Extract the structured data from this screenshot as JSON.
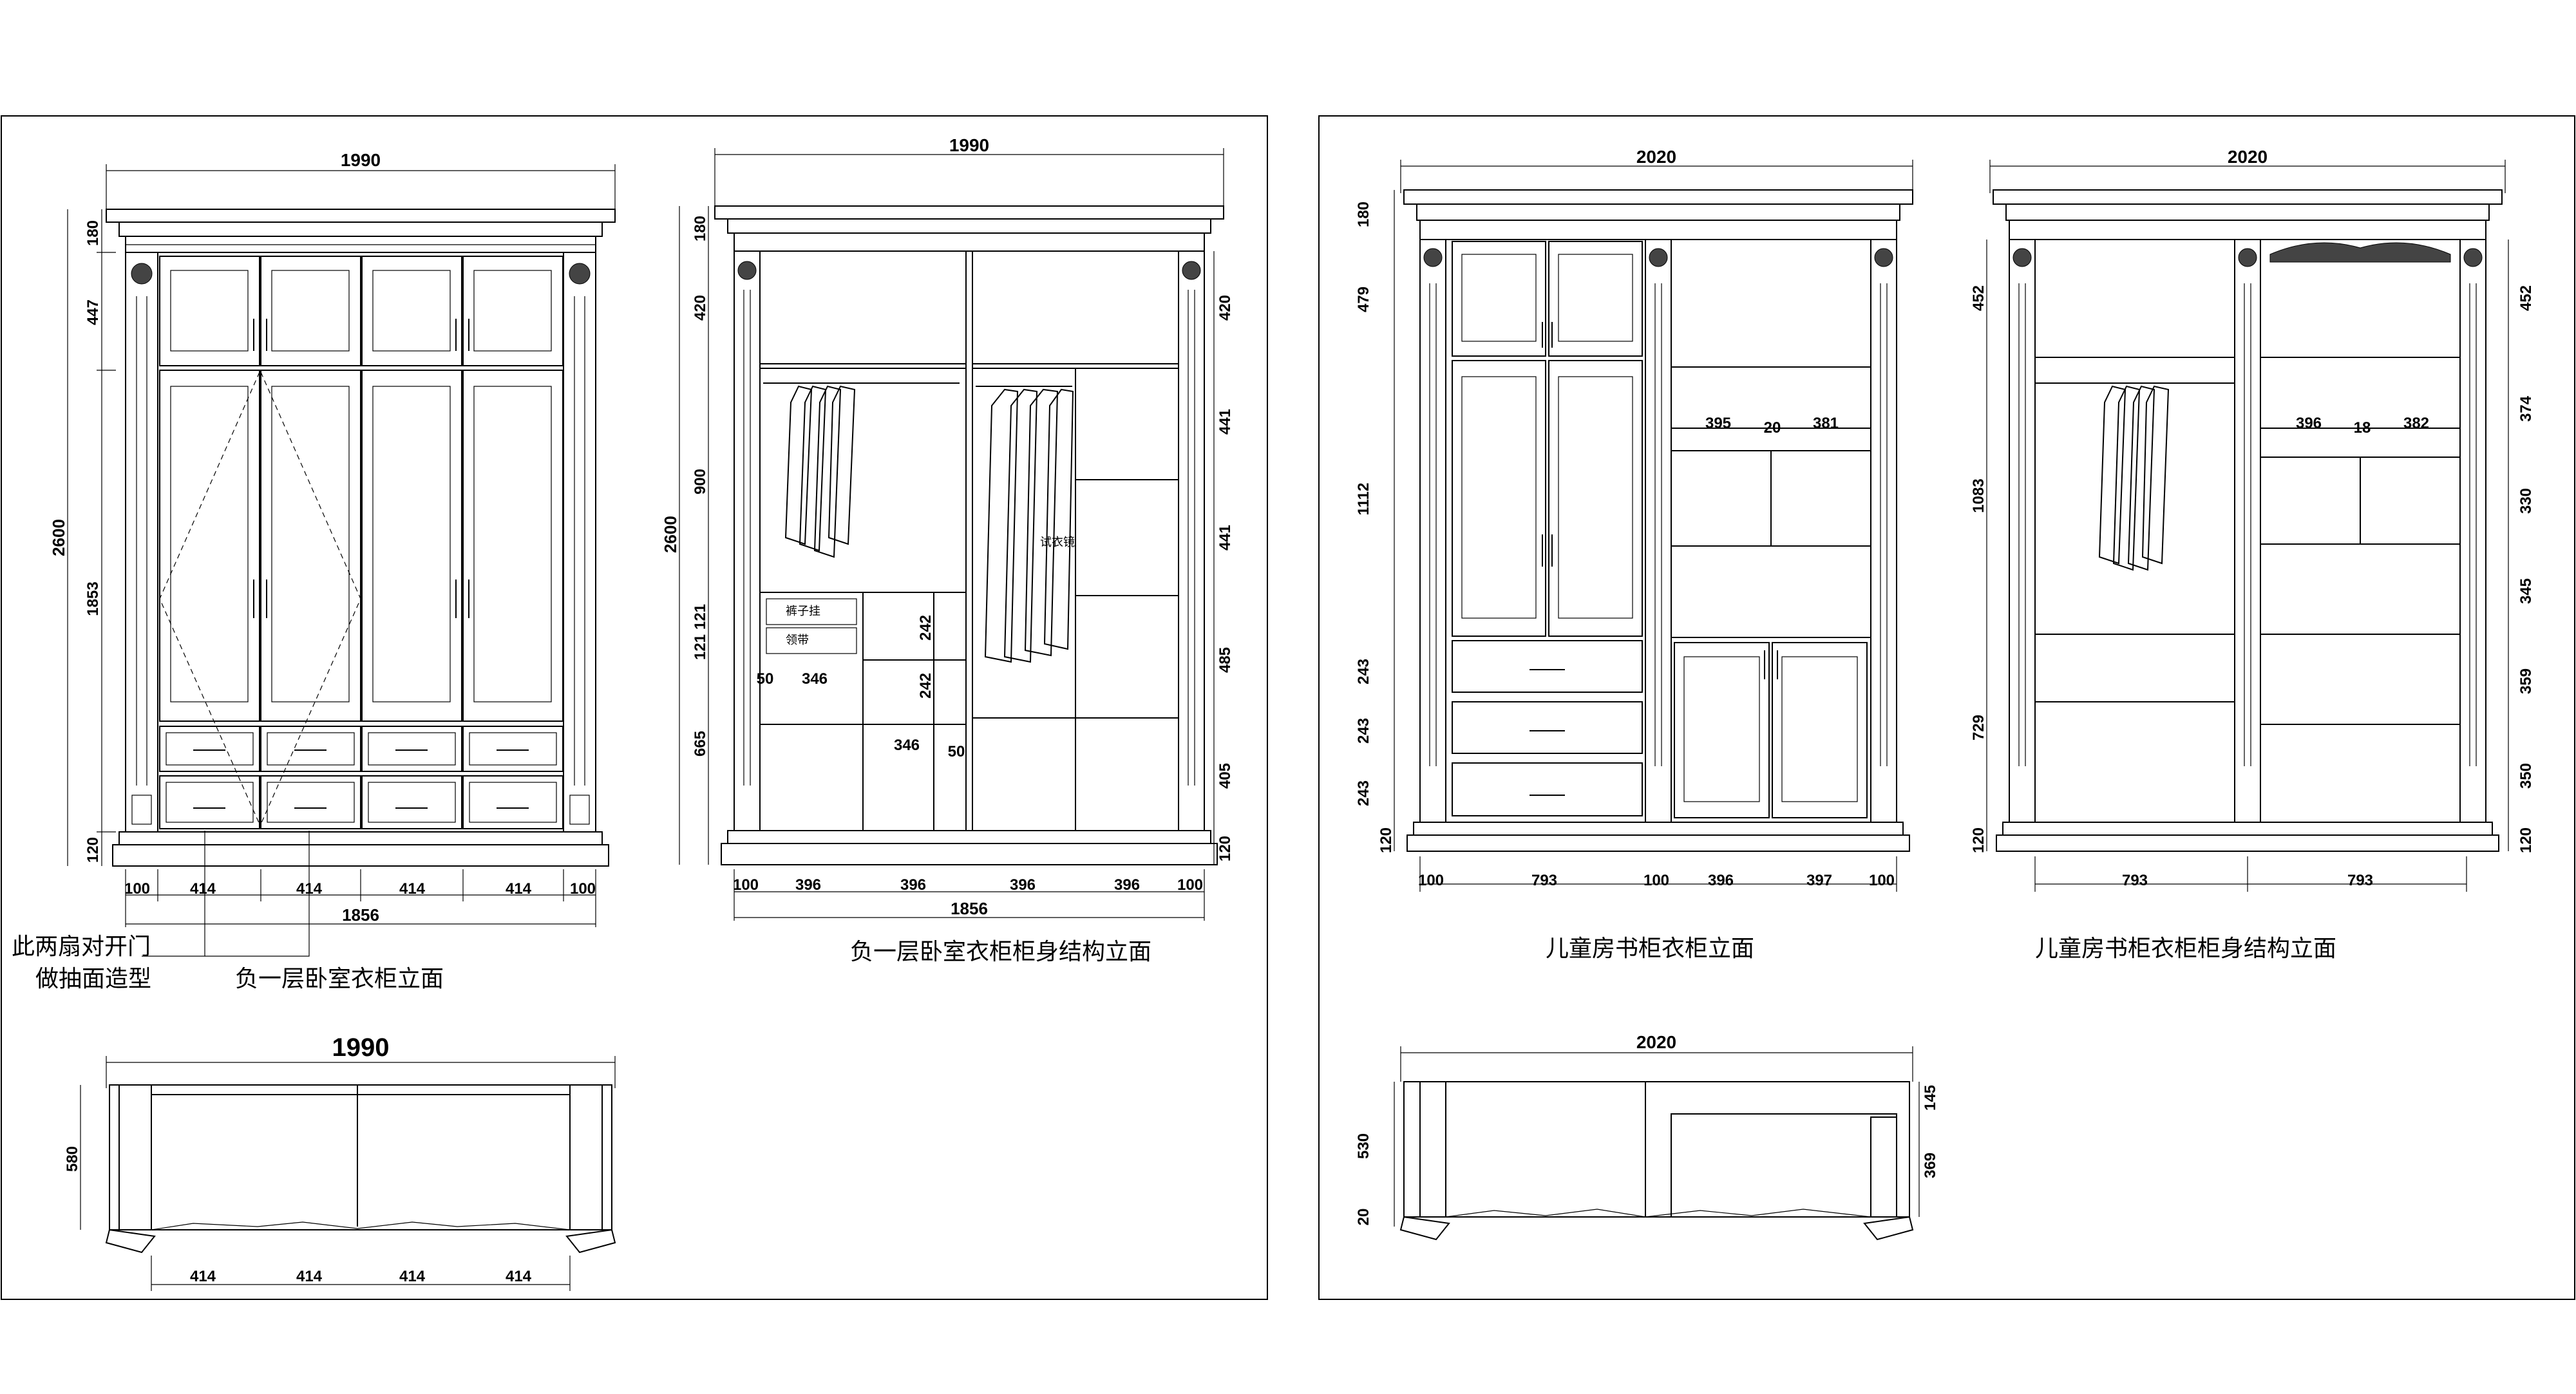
{
  "drawings": {
    "a_front": {
      "title": "负一层卧室衣柜立面",
      "note_line1": "此两扇对开门",
      "note_line2": "做抽面造型",
      "width": "1990",
      "height_total": "2600",
      "v_dims": [
        "180",
        "447",
        "1853",
        "120"
      ],
      "h_dims": [
        "100",
        "414",
        "414",
        "414",
        "414",
        "100"
      ],
      "inner_width": "1856"
    },
    "a_inner": {
      "title": "负一层卧室衣柜柜身结构立面",
      "width": "1990",
      "height_total": "2600",
      "v_dims_left": [
        "180",
        "420",
        "900",
        "121",
        "121",
        "665"
      ],
      "v_dims_right": [
        "420",
        "441",
        "441",
        "485",
        "405",
        "120"
      ],
      "inner_dims": [
        "50",
        "346",
        "242",
        "242",
        "346",
        "50"
      ],
      "h_dims": [
        "100",
        "396",
        "396",
        "396",
        "396",
        "100"
      ],
      "inner_width": "1856",
      "labels": [
        "裤子挂",
        "领带",
        "试衣镜"
      ]
    },
    "a_plan": {
      "width": "1990",
      "depth": "580",
      "h_dims": [
        "414",
        "414",
        "414",
        "414"
      ]
    },
    "b_front": {
      "title": "儿童房书柜衣柜立面",
      "width": "2020",
      "v_dims": [
        "180",
        "479",
        "1112",
        "243",
        "243",
        "243",
        "120"
      ],
      "shelf_dims": [
        "395",
        "20",
        "381"
      ],
      "h_dims": [
        "100",
        "793",
        "100",
        "396",
        "397",
        "100"
      ]
    },
    "b_inner": {
      "title": "儿童房书柜衣柜柜身结构立面",
      "width": "2020",
      "v_dims_left": [
        "452",
        "1083",
        "729",
        "120"
      ],
      "v_dims_right": [
        "452",
        "374",
        "330",
        "345",
        "359",
        "350",
        "120"
      ],
      "shelf_dims": [
        "396",
        "18",
        "382"
      ],
      "h_dims": [
        "793",
        "793"
      ]
    },
    "b_plan": {
      "width": "2020",
      "v_dims_left": [
        "530",
        "20"
      ],
      "v_dims_right": [
        "145",
        "369"
      ]
    }
  }
}
